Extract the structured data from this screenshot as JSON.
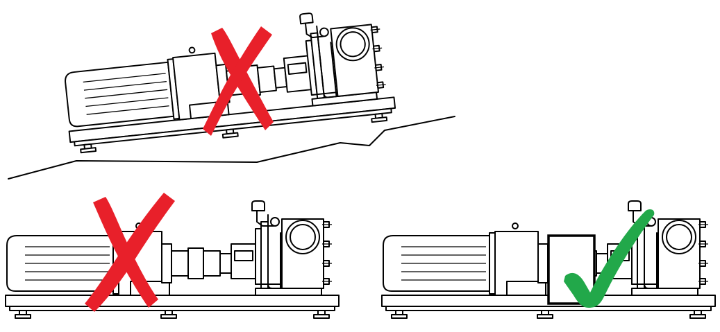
{
  "panels": [
    {
      "id": "on-slope",
      "status": "incorrect",
      "mark": "cross-icon"
    },
    {
      "id": "uncovered-coupling",
      "status": "incorrect",
      "mark": "cross-icon"
    },
    {
      "id": "covered-coupling",
      "status": "correct",
      "mark": "check-icon"
    }
  ],
  "colors": {
    "cross": "#e8202a",
    "check": "#22a84a",
    "line": "#000000",
    "background": "#ffffff"
  }
}
